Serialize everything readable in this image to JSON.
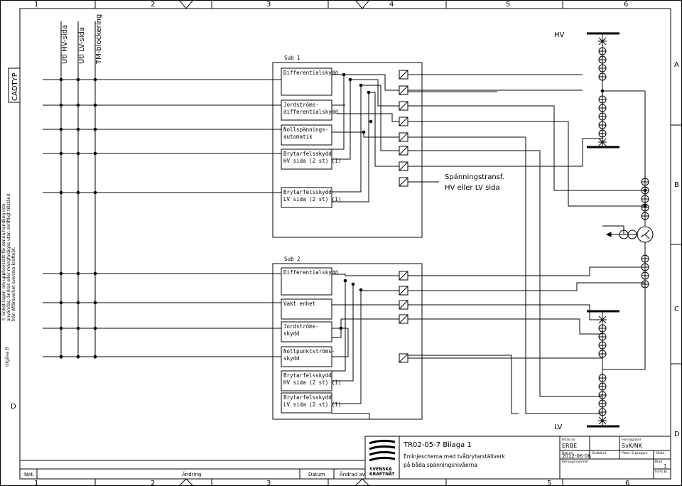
{
  "frame": {
    "col_numbers": [
      "1",
      "2",
      "3",
      "4",
      "5",
      "6"
    ],
    "row_letters": [
      "A",
      "B",
      "C",
      "D"
    ],
    "cadtyp": "CADTYP",
    "copyright": [
      "© Enligt lagen om upphovsrätt får denna handling inte",
      "användas, ändras eller mångfaldigas utan skriftligt tillstånd",
      "från Affärsverket svenska kraftnät."
    ],
    "utgava": "Utgåva B"
  },
  "signals": [
    "Utl HV-sida",
    "Utl LV-sida",
    "TM-blockering"
  ],
  "sub1": {
    "title": "Sub 1",
    "boxes": [
      [
        "Differentialskydd"
      ],
      [
        "Jordströms-",
        "differentialskydd"
      ],
      [
        "Nollspännings-",
        "automatik"
      ],
      [
        "Brytarfelsskydd",
        "HV sida (2 st) (1)"
      ],
      [
        "Brytarfelsskydd",
        "LV sida (2 st) (1)"
      ]
    ]
  },
  "sub2": {
    "title": "Sub 2",
    "boxes": [
      [
        "Differentialskydd"
      ],
      [
        "Vakt enhet"
      ],
      [
        "Jordströms-",
        "skydd"
      ],
      [
        "Nollpunktströms-",
        "skydd"
      ],
      [
        "Brytarfelsskydd",
        "HV sida (2 st) (1)"
      ],
      [
        "Brytarfelsskydd",
        "LV sida (2 st) (1)"
      ]
    ]
  },
  "labels": {
    "hv": "HV",
    "lv": "LV",
    "vt": [
      "Spänningstransf.",
      "HV eller LV sida"
    ]
  },
  "revision": {
    "not": "Not.",
    "andring": "Ändring",
    "datum": "Datum",
    "andrad_av": "Ändrad av"
  },
  "title_block": {
    "logo": [
      "SVENSKA",
      "KRAFTNÄT"
    ],
    "title": "TR02-05-7 Bilaga 1",
    "subtitle": [
      "Enlinjeschema med tvåbrytarställverk",
      "på båda spänningsnivåerna"
    ],
    "ritad_av_label": "Ritad av",
    "ritad_av": "ERBE",
    "foretag_label": "Företag/avd",
    "foretag": "SvK/NK",
    "datum_label": "Datum",
    "datum": "2012-06-08",
    "godkand_label": "Godkänd",
    "plats_label": "Plats- & gruppnr",
    "skala_label": "Skala",
    "ritningsnr_label": "Ritningsnummer",
    "blad_label": "Blad",
    "blad": "1",
    "forts_label": "Forts.bl."
  }
}
